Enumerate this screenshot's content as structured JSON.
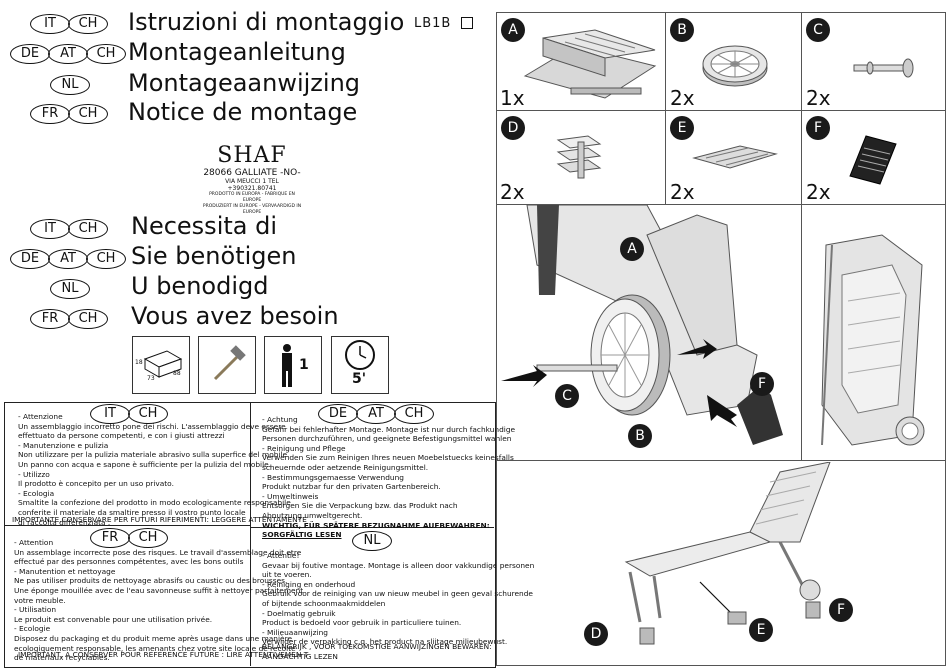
{
  "header": {
    "code": "LB1B",
    "titles": [
      {
        "tags": [
          "IT",
          "CH"
        ],
        "text": "Istruzioni di montaggio"
      },
      {
        "tags": [
          "DE",
          "AT",
          "CH"
        ],
        "text": "Montageanleitung"
      },
      {
        "tags": [
          "NL"
        ],
        "text": "Montageaanwijzing"
      },
      {
        "tags": [
          "FR",
          "CH"
        ],
        "text": "Notice de montage"
      }
    ]
  },
  "company": {
    "logo": "SHAF",
    "city": "28066 GALLIATE -NO-",
    "address": "VIA MEUCCI 1 TEL +390321.80741",
    "made1": "PRODOTTO IN EUROPA - FABRIQUE EN EUROPE",
    "made2": "PRODUZIERT IN EUROPE - VERVAARDIGD IN EUROPE"
  },
  "needs": [
    {
      "tags": [
        "IT",
        "CH"
      ],
      "text": "Necessita di"
    },
    {
      "tags": [
        "DE",
        "AT",
        "CH"
      ],
      "text": "Sie benötigen"
    },
    {
      "tags": [
        "NL"
      ],
      "text": "U benodigd"
    },
    {
      "tags": [
        "FR",
        "CH"
      ],
      "text": "Vous avez besoin"
    }
  ],
  "tools": {
    "box_dims": [
      "18",
      "73",
      "88"
    ],
    "persons": "1",
    "time": "5'"
  },
  "sections": {
    "it": {
      "tags": [
        "IT",
        "CH"
      ],
      "lines": [
        "- Attenzione",
        "Un assemblaggio incorretto pone dei rischi. L'assemblaggio deve essere",
        "effettuato da persone competenti, e con i giusti attrezzi",
        "- Manutenzione e pulizia",
        "Non utilizzare per la pulizia materiale abrasivo sulla superfice del mobile.",
        "Un panno con acqua e sapone è sufficiente per la pulizia del mobile.",
        "- Utilizzo",
        "Il prodotto è concepito per un uso privato.",
        "- Ecologia",
        "Smaltite la confezione del prodotto in modo ecologicamente responsabile",
        "conferite il materiale da smaltire presso il vostro punto  locale",
        "di raccolta differenziata ."
      ],
      "footer": "IMPORTANTE,CONSERVARE PER FUTURI RIFERIMENTI:       LEGGERE ATTENTAMENTE"
    },
    "de": {
      "tags": [
        "DE",
        "AT",
        "CH"
      ],
      "lines": [
        "- Achtung",
        "Gefahr bei fehlerhafter Montage. Montage ist nur durch fachkundige",
        "Personen durchzuführen, und geeignete Befestigungsmittel wahlen",
        "- Reinigung und Pflege",
        "Verwenden Sie zum Reinigen Ihres neuen Moebelstuecks keinesfalls",
        "scheuernde oder aetzende Reinigungsmittel.",
        "- Bestimmungsgemaesse Verwendung",
        "Produkt nutzbar fur den privaten Gartenbereich.",
        "- Umweltinweis",
        "Entsorgen  Sie die Verpackung bzw. das Produkt nach",
        "Abnutzung umweltgerecht."
      ],
      "footer1": "WICHTIG, FÜR SPÄTERE BEZUGNAHME AUFBEWAHREN:",
      "footer2": "SORGFÄLTIG LESEN"
    },
    "fr": {
      "tags": [
        "FR",
        "CH"
      ],
      "lines": [
        "- Attention",
        "Un assemblage incorrecte pose des risques. Le travail d'assemblage doit etre",
        "effectué par des personnes compétentes, avec les bons outils",
        "- Manutention et nettoyage",
        "Ne pas utiliser produits de nettoyage abrasifs ou caustic ou des brousses.",
        "Une éponge mouillée avec de l'eau savonneuse suffit à nettoyer parfaitement",
        "votre meuble.",
        "- Utilisation",
        "Le produit est convenable pour une utilisation privée.",
        "- Ecologie",
        "Disposez du packaging et du produit meme après usage dans une manière",
        "ecologiquement responsable, les amenants chez votre site locale de recolte",
        "de materiaux recyclables."
      ],
      "footer": "IMPORTANT, A CONSERVER POUR   REFERENCE FUTURE  : LIRE ATTENTIVEMEN T"
    },
    "nl": {
      "tags": [
        "NL"
      ],
      "lines": [
        "- Attentie!",
        "Gevaar bij foutive montage. Montage is alleen door vakkundige personen",
        "uit te voeren.",
        "- Reiniging en onderhoud",
        "Gebruik voor de reiniging van uw nieuw meubel in geen geval schurende",
        "of bijtende schoonmaakmiddelen",
        "- Doelmatig gebruik",
        "Product is bedoeld voor gebruik in particuliere tuinen.",
        "- Milieuaanwijzing",
        "Verwijder de verpakking c.q. het product na slijtage milieubewust."
      ],
      "footer1": "BELANGRIJK , VOOR TOEKOMSTIGE AANWIJZINGEN BEWAREN:",
      "footer2": "AANDACHTIG LEZEN"
    }
  },
  "parts": [
    {
      "letter": "A",
      "qty": "1x"
    },
    {
      "letter": "B",
      "qty": "2x"
    },
    {
      "letter": "C",
      "qty": "2x"
    },
    {
      "letter": "D",
      "qty": "2x"
    },
    {
      "letter": "E",
      "qty": "2x"
    },
    {
      "letter": "F",
      "qty": "2x"
    }
  ],
  "step1_labels": [
    "A",
    "C",
    "B",
    "F"
  ],
  "step3_labels": [
    "D",
    "E",
    "F"
  ]
}
